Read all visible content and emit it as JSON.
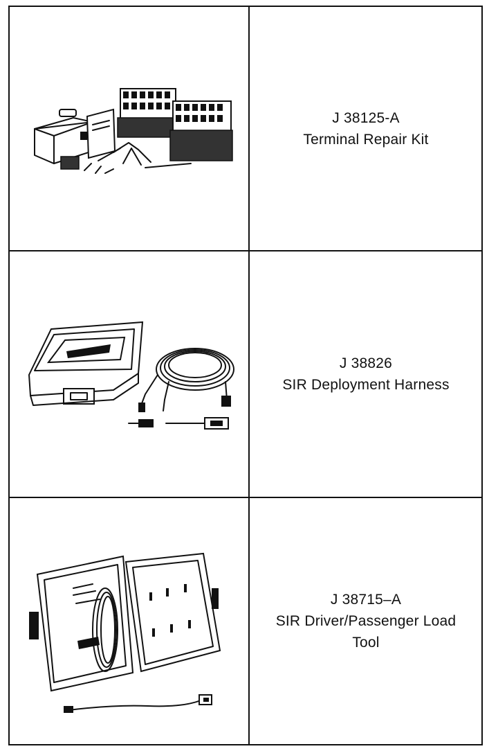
{
  "rows": [
    {
      "tool_number": "J 38125-A",
      "name": "Terminal Repair Kit",
      "illustration": "terminal-repair-kit-drawing"
    },
    {
      "tool_number": "J 38826",
      "name": "SIR Deployment Harness",
      "illustration": "deployment-harness-drawing"
    },
    {
      "tool_number": "J 38715–A",
      "name_line1": "SIR Driver/Passenger Load",
      "name_line2": "Tool",
      "illustration": "load-tool-drawing"
    }
  ]
}
